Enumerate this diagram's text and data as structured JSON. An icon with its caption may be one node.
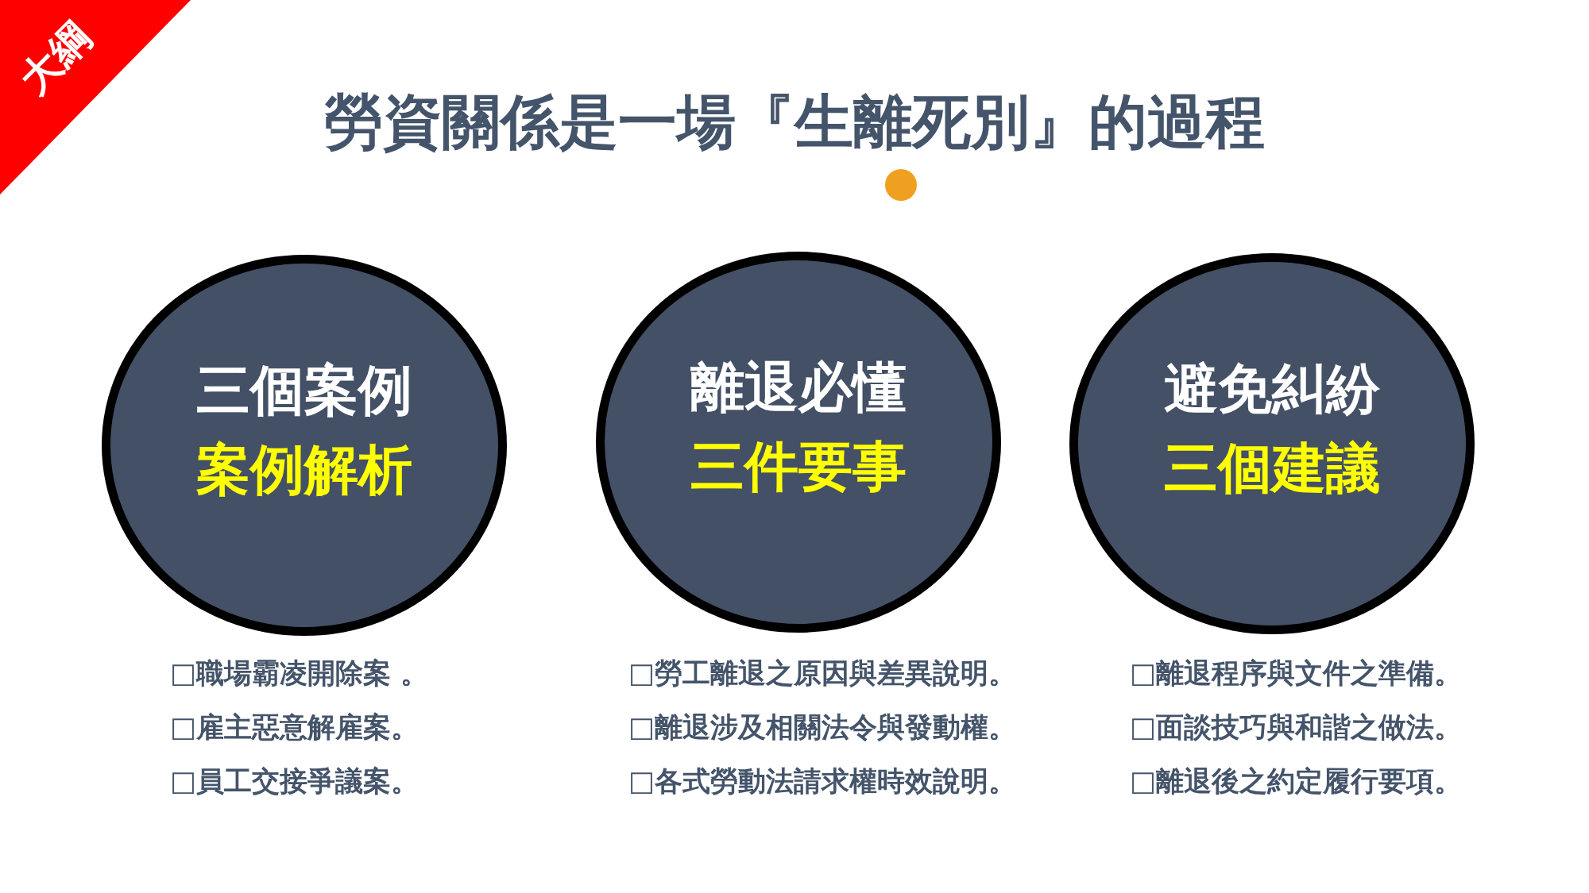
{
  "diagram": {
    "title": "勞資關係是一場『**生離死別**』的過程",
    "nodes": [
      {
        "text": [
          "三個案例",
          "案例解析"
        ],
        "beside": [
          "□職場霸凌開除案 。",
          "□雇主惡意解雇案。",
          "□員工交接爭議案。"
        ]
      },
      {
        "text": [
          "離退必懂",
          "三件要事"
        ],
        "beside": [
          "□勞工離退之原因與差異說明。",
          "□離退涉及相關法令與發動權。",
          "□各式勞動法請求權時效說明。"
        ]
      },
      {
        "text": [
          "避免糾紛",
          "三個建議"
        ],
        "beside": [
          "□離退程序與文件之準備。",
          "□面談技巧與和諧之做法。",
          "□離退後之約定履行要項。"
        ]
      }
    ],
    "labels": [
      "大綱"
    ]
  }
}
